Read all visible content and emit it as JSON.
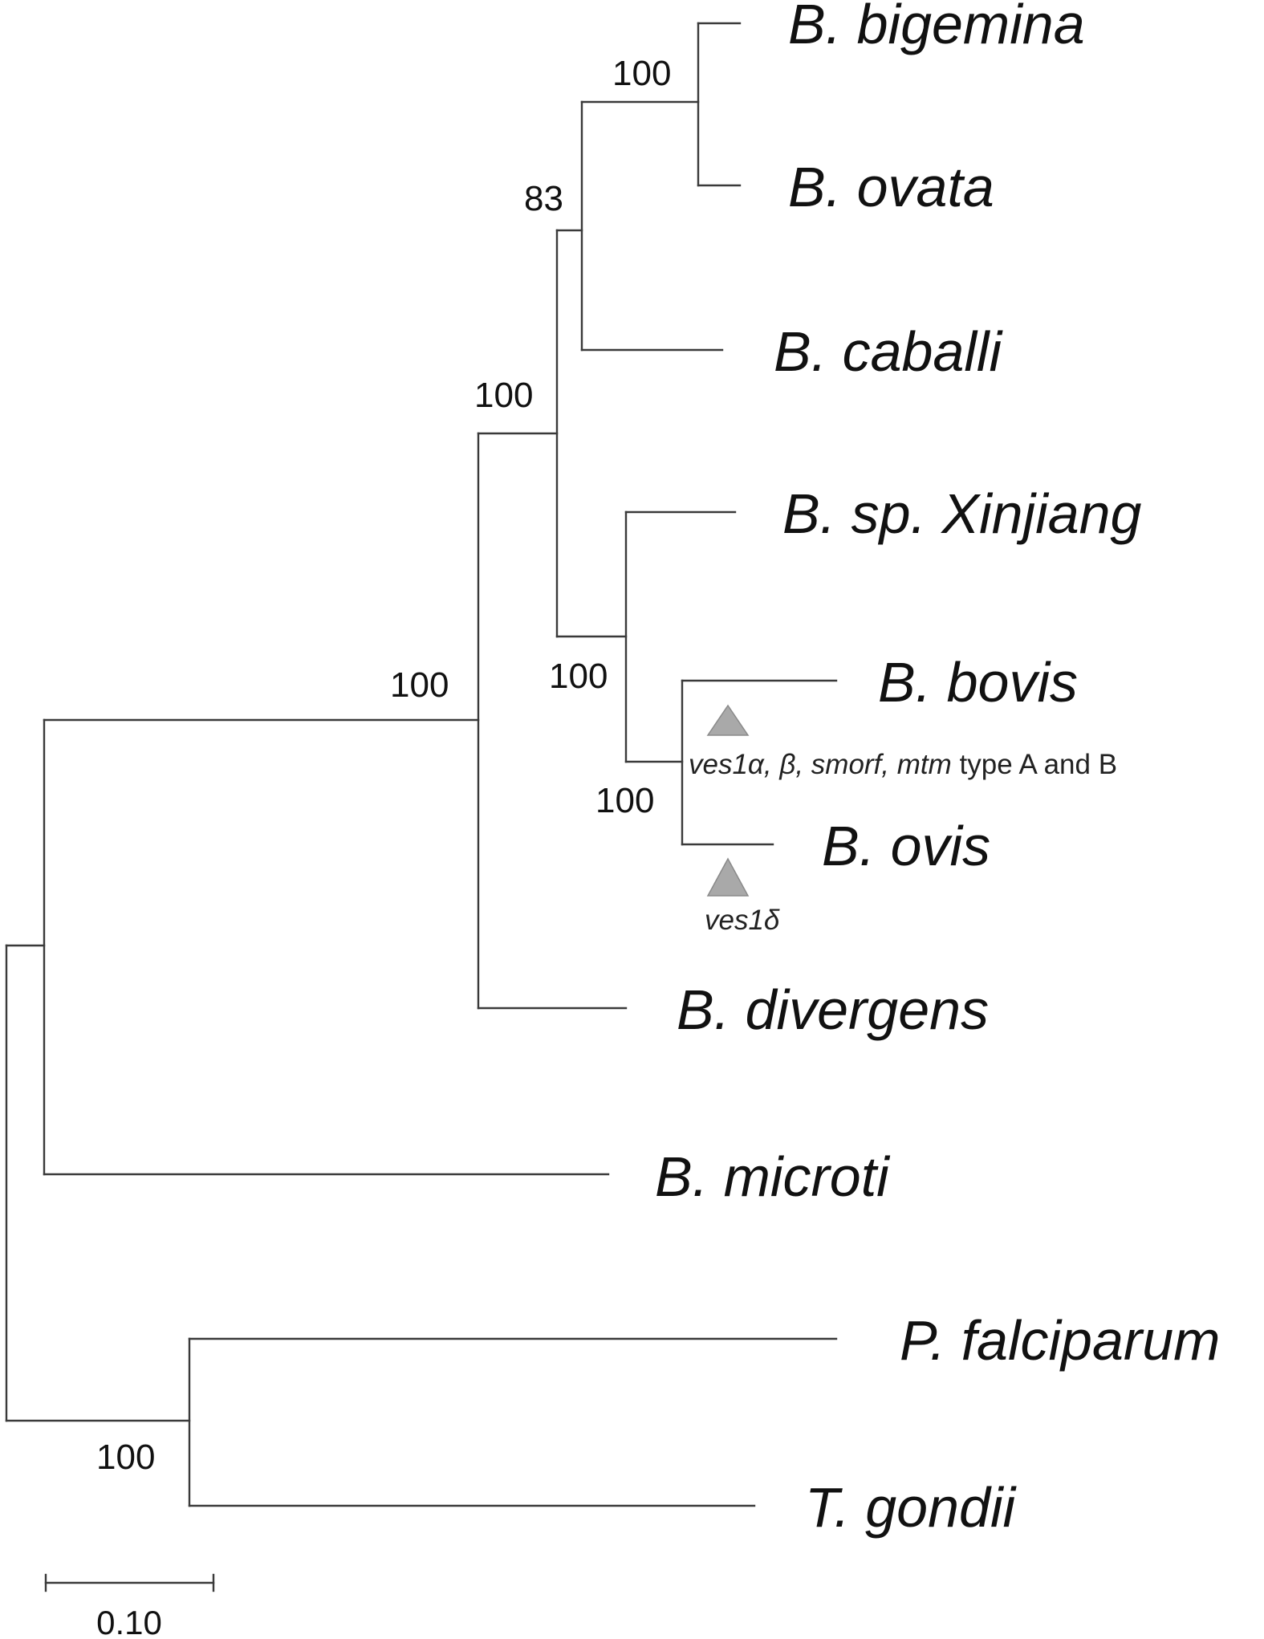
{
  "taxa": {
    "bigemina": "B. bigemina",
    "ovata": "B. ovata",
    "caballi": "B. caballi",
    "xinjiang": "B. sp. Xinjiang",
    "bovis": "B. bovis",
    "ovis": "B. ovis",
    "divergens": "B. divergens",
    "microti": "B. microti",
    "falciparum": "P. falciparum",
    "gondii": "T. gondii"
  },
  "support": {
    "bigemina_ovata": "100",
    "with_caballi": "83",
    "piroplasm_core": "100",
    "babesia_sensu_stricto": "100",
    "xinjiang_clade": "100",
    "bovis_ovis": "100",
    "outgroup": "100"
  },
  "annotations": {
    "bovis_genes_italic": "ves1α, β, smorf, mtm",
    "bovis_genes_plain": " type A and B",
    "ovis_genes_italic": "ves1δ"
  },
  "scale_bar": {
    "value": 0.1,
    "label": "0.10"
  }
}
